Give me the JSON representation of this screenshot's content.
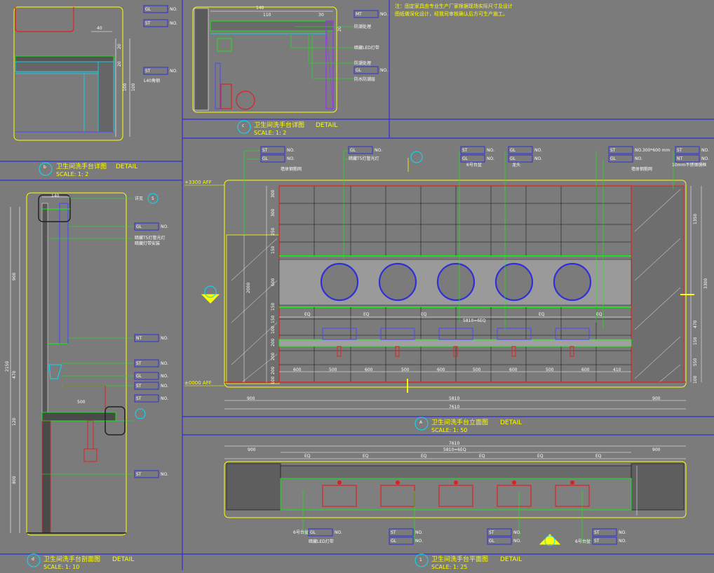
{
  "notes": {
    "line1": "注：固定家具由专业生产厂家根据现场实际尺寸及设计",
    "line2": "图纸做深化设计，经我司审核确认后方可生产施工。"
  },
  "titles": {
    "b": {
      "letter": "b",
      "name": "卫生间洗手台详图",
      "detail": "DETAIL",
      "scale": "SCALE: 1: 2"
    },
    "c": {
      "letter": "c",
      "name": "卫生间洗手台详图",
      "detail": "DETAIL",
      "scale": "SCALE: 1: 2"
    },
    "a": {
      "letter": "A",
      "name": "卫生间洗手台立面图",
      "detail": "DETAIL",
      "scale": "SCALE: 1: 50"
    },
    "d": {
      "letter": "d",
      "name": "卫生间洗手台剖面图",
      "detail": "DETAIL",
      "scale": "SCALE: 1: 10"
    },
    "one": {
      "letter": "1",
      "name": "卫生间洗手台平面图",
      "detail": "DETAIL",
      "scale": "SCALE: 1: 25"
    }
  },
  "tags": {
    "st": "ST",
    "gl": "GL",
    "mt": "MT",
    "nt": "NT",
    "no": "NO."
  },
  "levels": {
    "top": "+3300 AFF",
    "zero": "±0000 AFF"
  },
  "elevation_dims": {
    "left_v": [
      "300",
      "300",
      "250",
      "150",
      "600",
      "150",
      "150",
      "100",
      "200",
      "200",
      "200",
      "100"
    ],
    "left_total": "2000",
    "bottom_cells": [
      "600",
      "500",
      "600",
      "500",
      "600",
      "500",
      "600",
      "500",
      "600",
      "410"
    ],
    "eq": [
      "EQ",
      "EQ",
      "EQ",
      "EQ",
      "EQ"
    ],
    "eq_total": "5810=6EQ",
    "bottom_left": "900",
    "bottom_mid": "5810",
    "bottom_right": "900",
    "overall": "7610",
    "right_v": [
      "1350",
      "470",
      "150",
      "550",
      "100"
    ],
    "right_total": "3300"
  },
  "plan_dims": {
    "overall": "7610",
    "eq_total": "5810=6EQ",
    "left": "900",
    "right": "900",
    "eq": [
      "EQ",
      "EQ",
      "EQ",
      "EQ",
      "EQ",
      "EQ"
    ]
  },
  "section_dims": {
    "top": "140",
    "v": [
      "900",
      "2150",
      "470",
      "120",
      "800"
    ],
    "mid": "500"
  },
  "detail_b_dims": {
    "top": "40",
    "v": [
      "20",
      "20",
      "100",
      "100"
    ],
    "label": "L40角钢"
  },
  "detail_c_dims": {
    "top": "140",
    "sub1": "110",
    "sub2": "30",
    "v": "20"
  },
  "annot": {
    "wall1": "墙体钢筋网",
    "wall2": "墙体钢筋网",
    "mirror": "10mm不锈钢镜框",
    "size": "NO.300*600 mm",
    "lamp": "暗藏T5灯管光灯",
    "lamp2": "暗藏灯带安装",
    "basin": "6号台盆",
    "faucet": "龙头",
    "c1": "防潮处理",
    "c2": "暗藏LED灯带",
    "c3": "防潮处理",
    "c4": "防水防潮层",
    "plan1": "6号台盆",
    "plan2": "暗藏LED灯带",
    "plan3": "6号台盆",
    "ref": "详见",
    "num": "5"
  }
}
